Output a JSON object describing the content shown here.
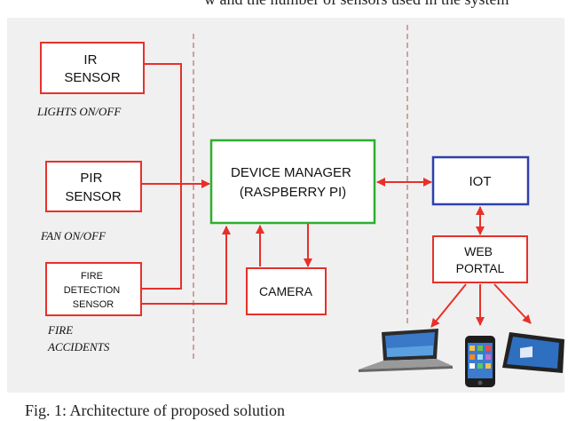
{
  "header_text": "w and the number of sensors used in the system",
  "caption": "Fig. 1:          Architecture of proposed solution",
  "boxes": {
    "ir": [
      "IR",
      "SENSOR"
    ],
    "pir": [
      "PIR",
      "SENSOR"
    ],
    "fire": [
      "FIRE",
      "DETECTION",
      "SENSOR"
    ],
    "device_manager": [
      "DEVICE MANAGER",
      "(RASPBERRY PI)"
    ],
    "camera": "CAMERA",
    "iot": "IOT",
    "web_portal": [
      "WEB",
      "PORTAL"
    ]
  },
  "labels": {
    "lights": "LIGHTS ON/OFF",
    "fan": "FAN ON/OFF",
    "fire_accidents": [
      "FIRE",
      "ACCIDENTS"
    ]
  },
  "devices": [
    "laptop-icon",
    "smartphone-icon",
    "tablet-icon"
  ],
  "colors": {
    "sensor_border": "#e8302a",
    "arrow": "#e8302a",
    "device_manager_border": "#2eae2e",
    "iot_border": "#2f3fae",
    "divider": "#b07070"
  }
}
